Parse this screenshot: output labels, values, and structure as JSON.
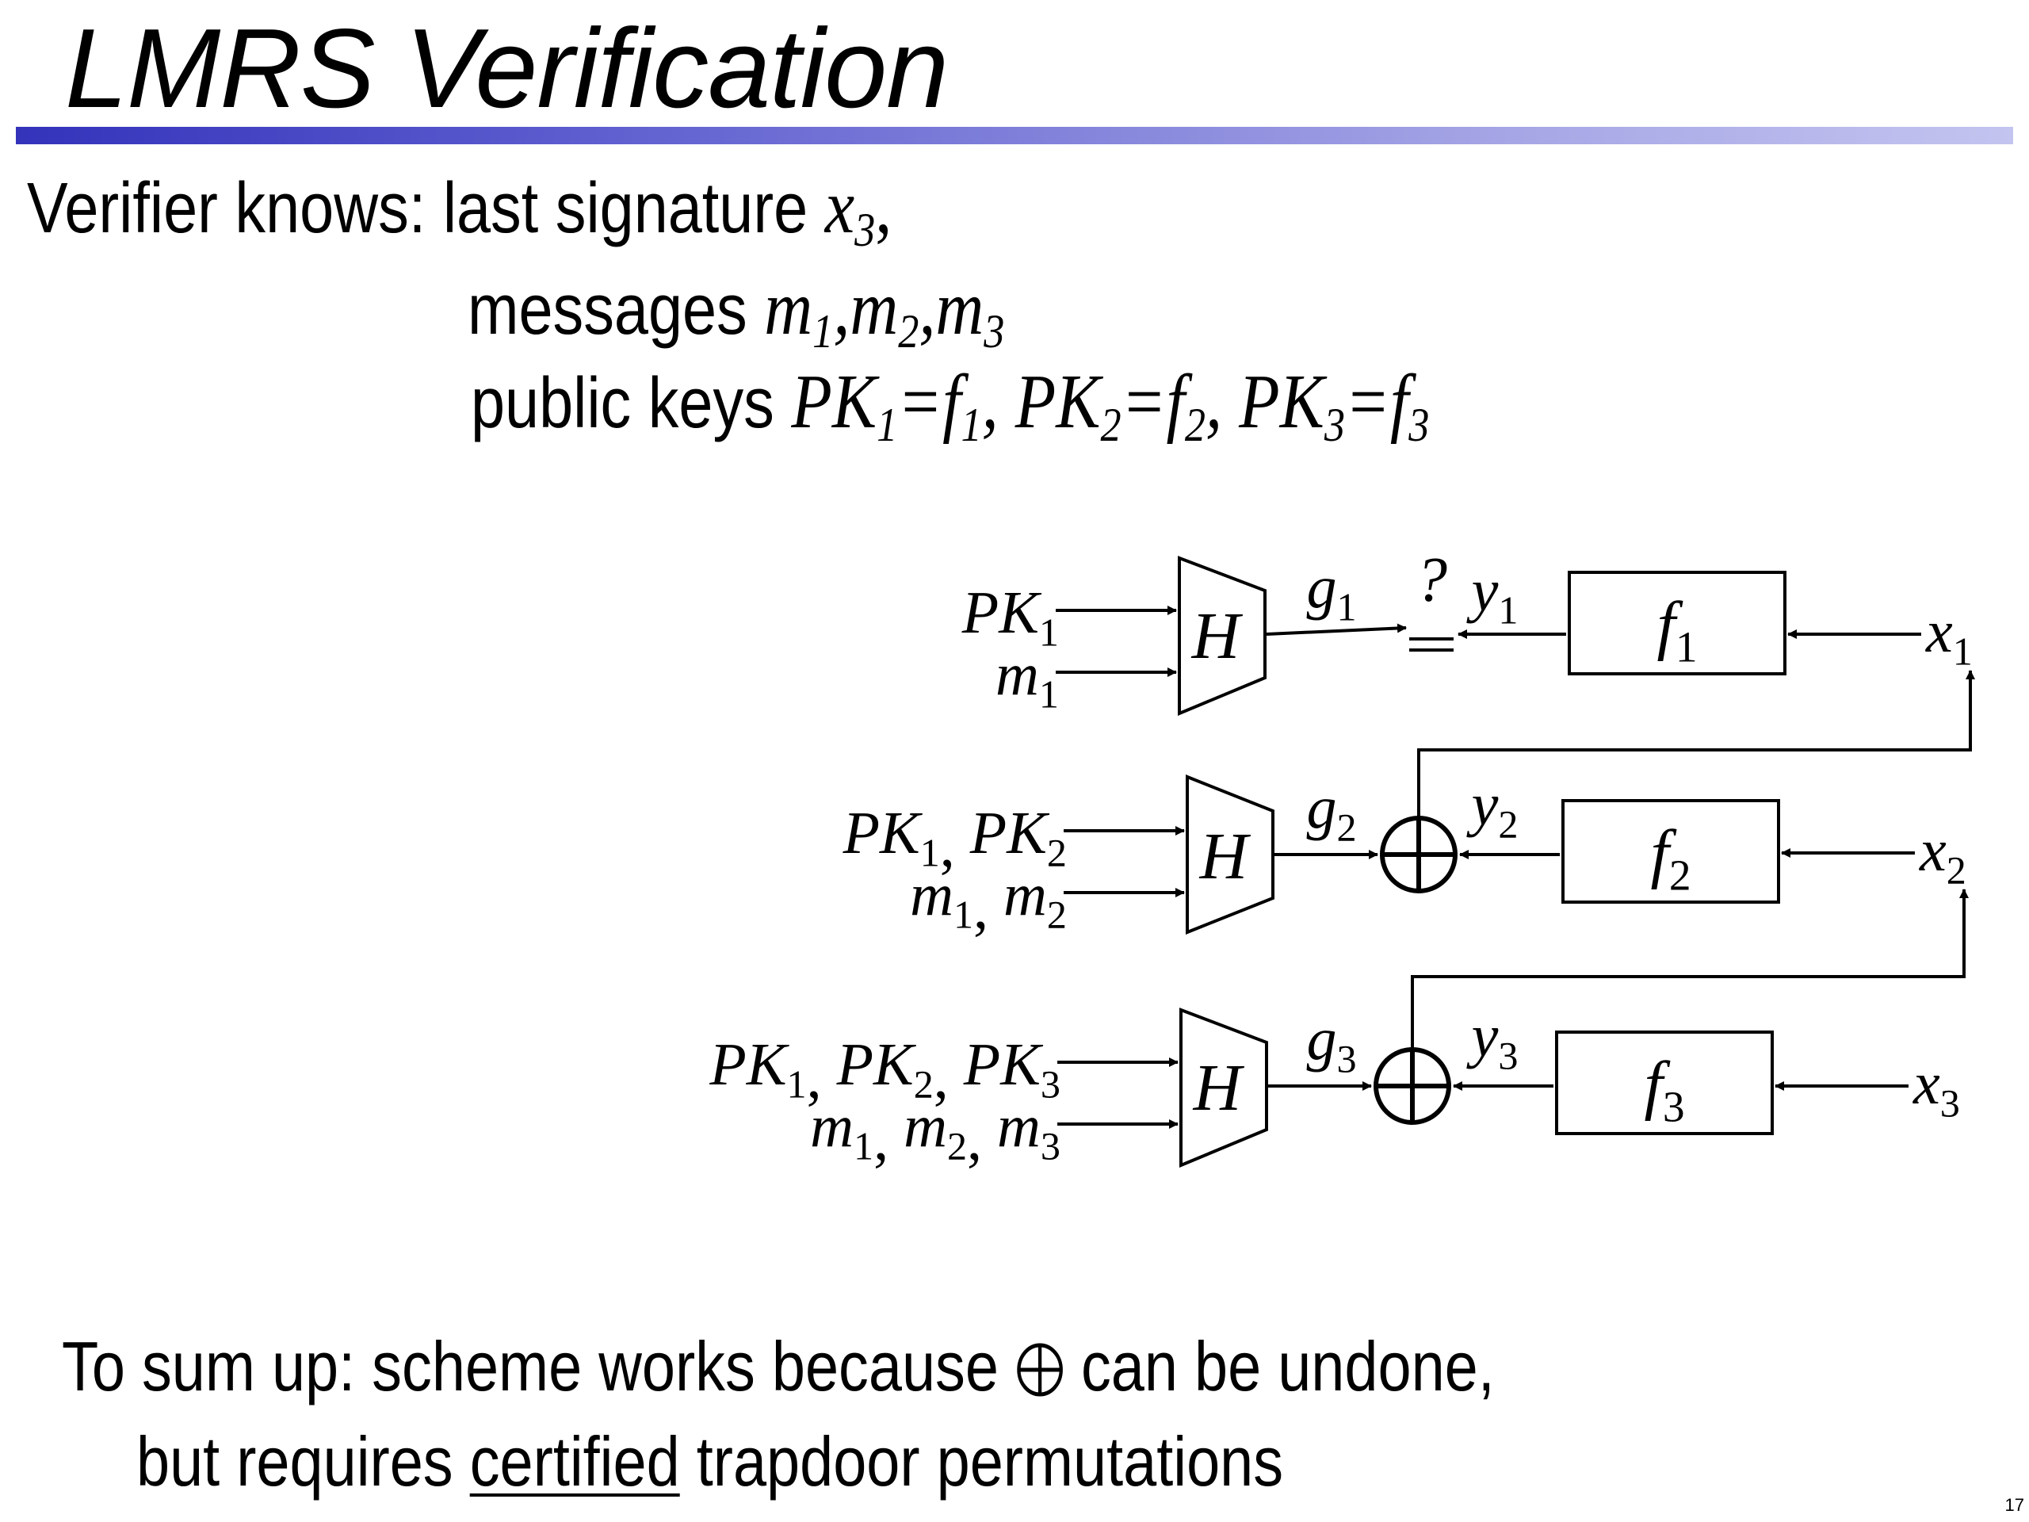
{
  "slide": {
    "title": "LMRS Verification",
    "page_number": "17"
  },
  "verifier": {
    "lead": "Verifier knows:",
    "line1_text": "last signature",
    "line1_var": "x",
    "line1_sub": "3",
    "line1_tail": ",",
    "line2_text": "messages",
    "line3_text": "public keys"
  },
  "messages": [
    {
      "v": "m",
      "s": "1",
      "sep": ","
    },
    {
      "v": "m",
      "s": "2",
      "sep": ","
    },
    {
      "v": "m",
      "s": "3",
      "sep": ""
    }
  ],
  "public_keys": [
    {
      "pk": "PK",
      "s": "1",
      "f": "f",
      "fs": "1",
      "sep": ", "
    },
    {
      "pk": "PK",
      "s": "2",
      "f": "f",
      "fs": "2",
      "sep": ", "
    },
    {
      "pk": "PK",
      "s": "3",
      "f": "f",
      "fs": "3",
      "sep": ""
    }
  ],
  "diagram": {
    "hash_label": "H",
    "question_mark": "?",
    "equals_sign": "=",
    "stages": [
      {
        "inputs_pk": [
          {
            "v": "PK",
            "s": "1"
          }
        ],
        "inputs_m": [
          {
            "v": "m",
            "s": "1"
          }
        ],
        "g": {
          "v": "g",
          "s": "1"
        },
        "y": {
          "v": "y",
          "s": "1"
        },
        "f": {
          "v": "f",
          "s": "1"
        },
        "x": {
          "v": "x",
          "s": "1"
        },
        "combiner": "equality-check"
      },
      {
        "inputs_pk": [
          {
            "v": "PK",
            "s": "1"
          },
          {
            "v": "PK",
            "s": "2"
          }
        ],
        "inputs_m": [
          {
            "v": "m",
            "s": "1"
          },
          {
            "v": "m",
            "s": "2"
          }
        ],
        "g": {
          "v": "g",
          "s": "2"
        },
        "y": {
          "v": "y",
          "s": "2"
        },
        "f": {
          "v": "f",
          "s": "2"
        },
        "x": {
          "v": "x",
          "s": "2"
        },
        "combiner": "xor"
      },
      {
        "inputs_pk": [
          {
            "v": "PK",
            "s": "1"
          },
          {
            "v": "PK",
            "s": "2"
          },
          {
            "v": "PK",
            "s": "3"
          }
        ],
        "inputs_m": [
          {
            "v": "m",
            "s": "1"
          },
          {
            "v": "m",
            "s": "2"
          },
          {
            "v": "m",
            "s": "3"
          }
        ],
        "g": {
          "v": "g",
          "s": "3"
        },
        "y": {
          "v": "y",
          "s": "3"
        },
        "f": {
          "v": "f",
          "s": "3"
        },
        "x": {
          "v": "x",
          "s": "3"
        },
        "combiner": "xor"
      }
    ]
  },
  "summary": {
    "line1_before": "To sum up: scheme works because",
    "line1_symbol": "oplus-icon",
    "line1_after": "can be undone,",
    "line2_before": "but requires",
    "line2_underlined": "certified",
    "line2_after": "trapdoor permutations"
  },
  "colors": {
    "rule_start": "#3333bb",
    "rule_end": "#c4c4f0",
    "ink": "#000000"
  }
}
